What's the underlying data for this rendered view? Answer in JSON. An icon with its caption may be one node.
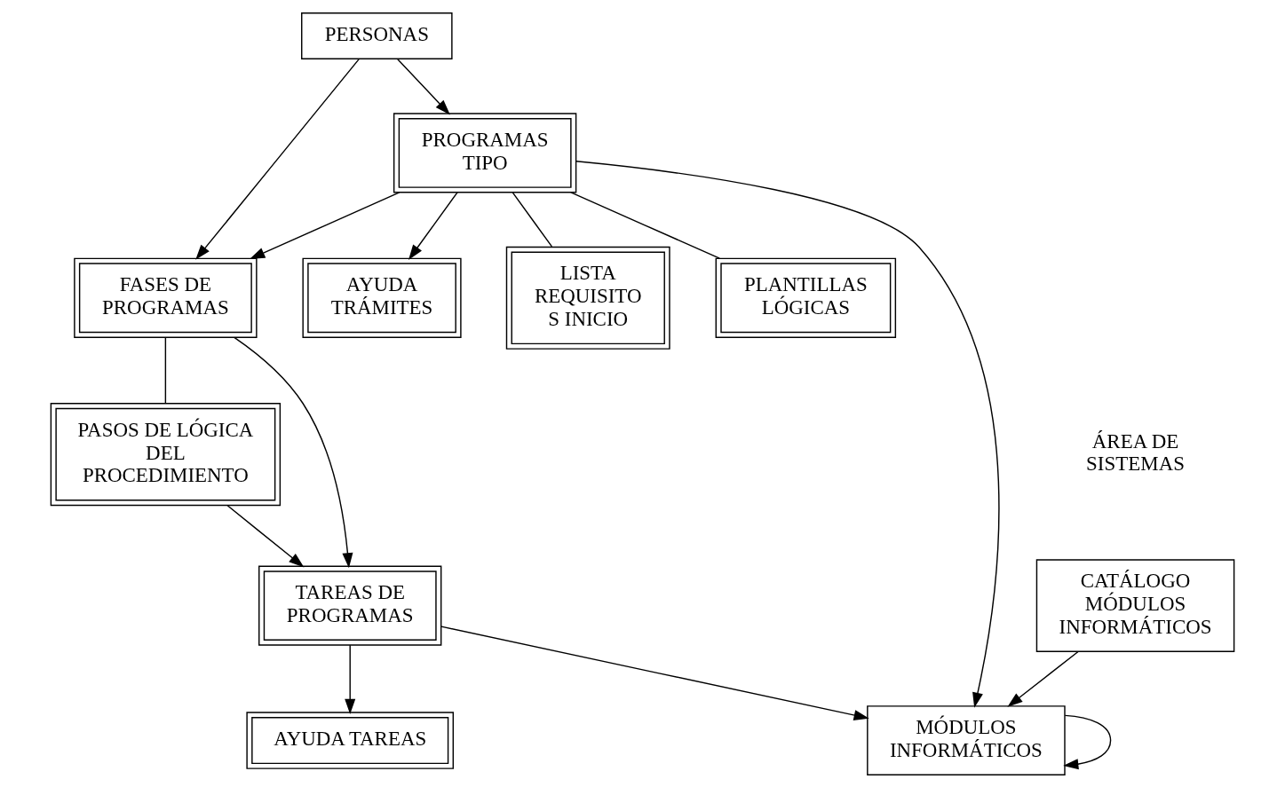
{
  "diagram": {
    "nodes": [
      {
        "text": [
          "PERSONAS"
        ]
      },
      {
        "text": [
          "AYUDA TRÁMITES"
        ]
      },
      {
        "text": [
          "PROGRAMAS TIPO"
        ]
      },
      {
        "text": [
          "AYUDA TAREAS"
        ]
      },
      {
        "text": [
          "FASES DE PROGRAMAS"
        ]
      },
      {
        "text": [
          "LISTA REQUISITO S INICIO"
        ]
      },
      {
        "text": [
          "PASOS DE LÓGICA DEL PROCEDIMIENTO"
        ]
      },
      {
        "text": [
          "TAREAS DE PROGRAMAS"
        ]
      },
      {
        "text": [
          "PLANTILLAS LÓGICAS"
        ]
      },
      {
        "text": [
          "CATÁLOGO MÓDULOS INFORMÁTICOS"
        ]
      },
      {
        "text": [
          "MÓDULOS INFORMÁTICOS"
        ]
      }
    ],
    "edges": [
      {
        "from": 0,
        "to": 2,
        "arrow": "to"
      },
      {
        "from": 0,
        "to": 4,
        "arrow": "to"
      },
      {
        "from": 2,
        "to": 1,
        "arrow": "to"
      },
      {
        "from": 2,
        "to": 4,
        "arrow": "to"
      },
      {
        "from": 2,
        "to": 5,
        "arrow": "none"
      },
      {
        "from": 2,
        "to": 8,
        "arrow": "none"
      },
      {
        "from": 2,
        "to": 10,
        "arrow": "to"
      },
      {
        "from": 4,
        "to": 7,
        "arrow": "to"
      },
      {
        "from": 4,
        "to": 6,
        "arrow": "none"
      },
      {
        "from": 7,
        "to": 3,
        "arrow": "to"
      },
      {
        "from": 6,
        "to": 7,
        "arrow": "to"
      },
      {
        "from": 7,
        "to": 10,
        "arrow": "to"
      },
      {
        "from": 9,
        "to": 10,
        "arrow": "to"
      },
      {
        "from": 10,
        "to": 10,
        "arrow": "to"
      }
    ],
    "labels": [
      "ÁREA DE SISTEMAS"
    ]
  }
}
